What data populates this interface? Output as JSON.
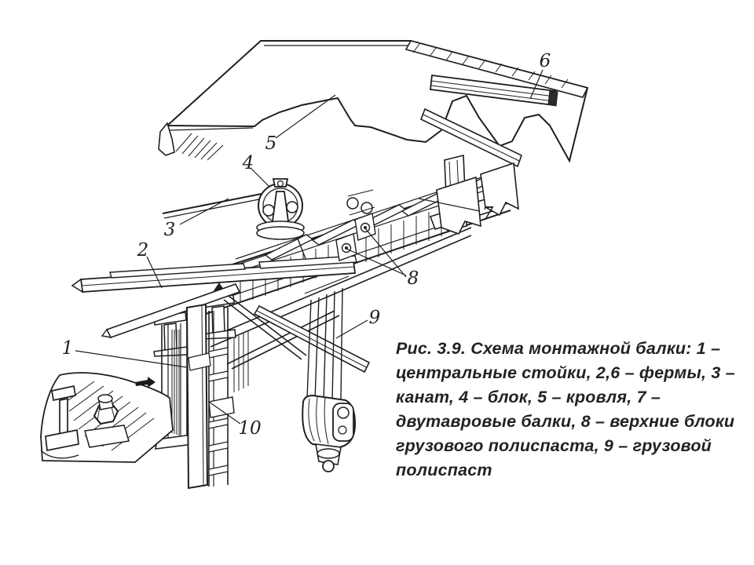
{
  "figure": {
    "caption": "Рис. 3.9. Схема монтажной балки: 1 – центральные стойки, 2,6 – фермы, 3 – канат, 4 – блок, 5 – кровля, 7 – двутавровые балки, 8 – верхние блоки грузового полиспаста, 9 – грузовой полиспаст",
    "part_labels": [
      "1",
      "2",
      "3",
      "4",
      "5",
      "6",
      "7",
      "8",
      "9",
      "10"
    ]
  },
  "colors": {
    "ink": "#1f1f1f",
    "paper": "#ffffff",
    "caption_text": "#222226"
  }
}
